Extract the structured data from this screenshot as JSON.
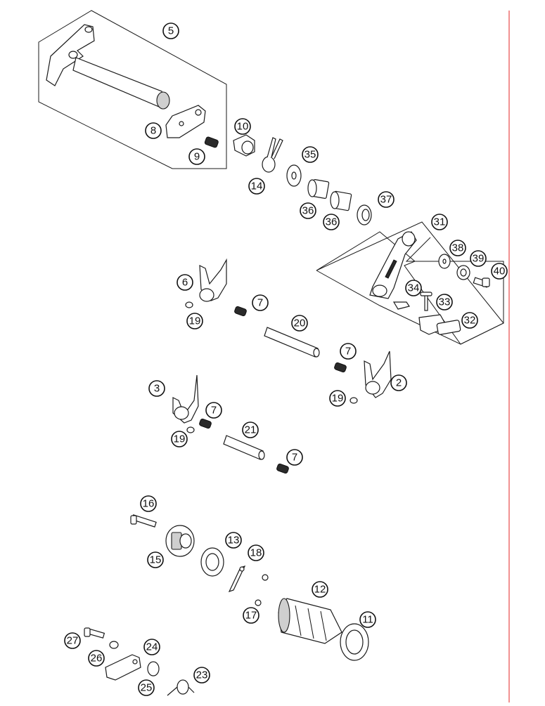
{
  "callouts": [
    {
      "id": "c5",
      "label": "5"
    },
    {
      "id": "c8",
      "label": "8"
    },
    {
      "id": "c9",
      "label": "9"
    },
    {
      "id": "c10",
      "label": "10"
    },
    {
      "id": "c14",
      "label": "14"
    },
    {
      "id": "c35",
      "label": "35"
    },
    {
      "id": "c36a",
      "label": "36"
    },
    {
      "id": "c36b",
      "label": "36"
    },
    {
      "id": "c37",
      "label": "37"
    },
    {
      "id": "c31",
      "label": "31"
    },
    {
      "id": "c38",
      "label": "38"
    },
    {
      "id": "c39",
      "label": "39"
    },
    {
      "id": "c40",
      "label": "40"
    },
    {
      "id": "c34",
      "label": "34"
    },
    {
      "id": "c33",
      "label": "33"
    },
    {
      "id": "c32",
      "label": "32"
    },
    {
      "id": "c6",
      "label": "6"
    },
    {
      "id": "c19a",
      "label": "19"
    },
    {
      "id": "c7a",
      "label": "7"
    },
    {
      "id": "c20",
      "label": "20"
    },
    {
      "id": "c7b",
      "label": "7"
    },
    {
      "id": "c2",
      "label": "2"
    },
    {
      "id": "c19b",
      "label": "19"
    },
    {
      "id": "c3",
      "label": "3"
    },
    {
      "id": "c7c",
      "label": "7"
    },
    {
      "id": "c19c",
      "label": "19"
    },
    {
      "id": "c21",
      "label": "21"
    },
    {
      "id": "c7d",
      "label": "7"
    },
    {
      "id": "c16",
      "label": "16"
    },
    {
      "id": "c15",
      "label": "15"
    },
    {
      "id": "c13",
      "label": "13"
    },
    {
      "id": "c18",
      "label": "18"
    },
    {
      "id": "c12",
      "label": "12"
    },
    {
      "id": "c17",
      "label": "17"
    },
    {
      "id": "c11",
      "label": "11"
    },
    {
      "id": "c27",
      "label": "27"
    },
    {
      "id": "c24",
      "label": "24"
    },
    {
      "id": "c26",
      "label": "26"
    },
    {
      "id": "c25",
      "label": "25"
    },
    {
      "id": "c23",
      "label": "23"
    }
  ]
}
